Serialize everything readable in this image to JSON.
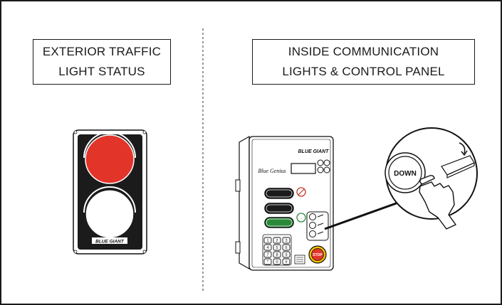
{
  "left_panel": {
    "title_line1": "EXTERIOR TRAFFIC",
    "title_line2": "LIGHT STATUS",
    "brand_plate": "BLUE GIANT",
    "lights": [
      {
        "position": "top",
        "color": "#e3342a",
        "state": "on"
      },
      {
        "position": "bottom",
        "color": "#ffffff",
        "state": "off"
      }
    ]
  },
  "right_panel": {
    "title_line1": "INSIDE COMMUNICATION",
    "title_line2": "LIGHTS & CONTROL PANEL",
    "control_panel": {
      "brand": "BLUE GIANT",
      "script_logo": "Blue Genius",
      "stop_label": "STOP",
      "keypad_keys": [
        "1",
        "2",
        "3",
        "4",
        "5",
        "6",
        "7",
        "8",
        "9",
        "*",
        "0",
        "#"
      ],
      "green_color": "#2a8a3a",
      "stop_color": "#e3342a",
      "stop_ring_color": "#f2c200"
    },
    "callout": {
      "button_label": "DOWN"
    }
  },
  "colors": {
    "border": "#1a1a1a",
    "red_light": "#e3342a",
    "background": "#ffffff"
  }
}
